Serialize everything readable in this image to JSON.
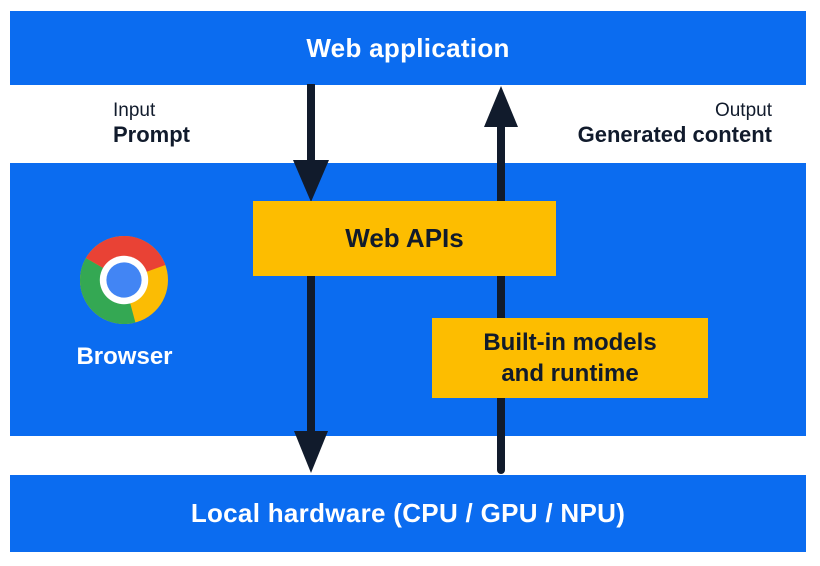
{
  "colors": {
    "blue": "#0b6cf0",
    "yellow": "#fdbd00",
    "navy": "#111b2c",
    "white": "#ffffff",
    "chrome_red": "#e94235",
    "chrome_green": "#34a853",
    "chrome_yellow": "#fbbc04",
    "chrome_blue": "#4285f4"
  },
  "top_bar": {
    "label": "Web application"
  },
  "flow_labels": {
    "input_title": "Input",
    "input_value": "Prompt",
    "output_title": "Output",
    "output_value": "Generated content"
  },
  "browser": {
    "label": "Browser",
    "logo_icon": "chrome-logo"
  },
  "boxes": {
    "web_apis": {
      "label": "Web APIs"
    },
    "builtin": {
      "lines": [
        "Built-in models",
        "and runtime"
      ]
    }
  },
  "bottom_bar": {
    "label": "Local hardware (CPU / GPU / NPU)"
  }
}
